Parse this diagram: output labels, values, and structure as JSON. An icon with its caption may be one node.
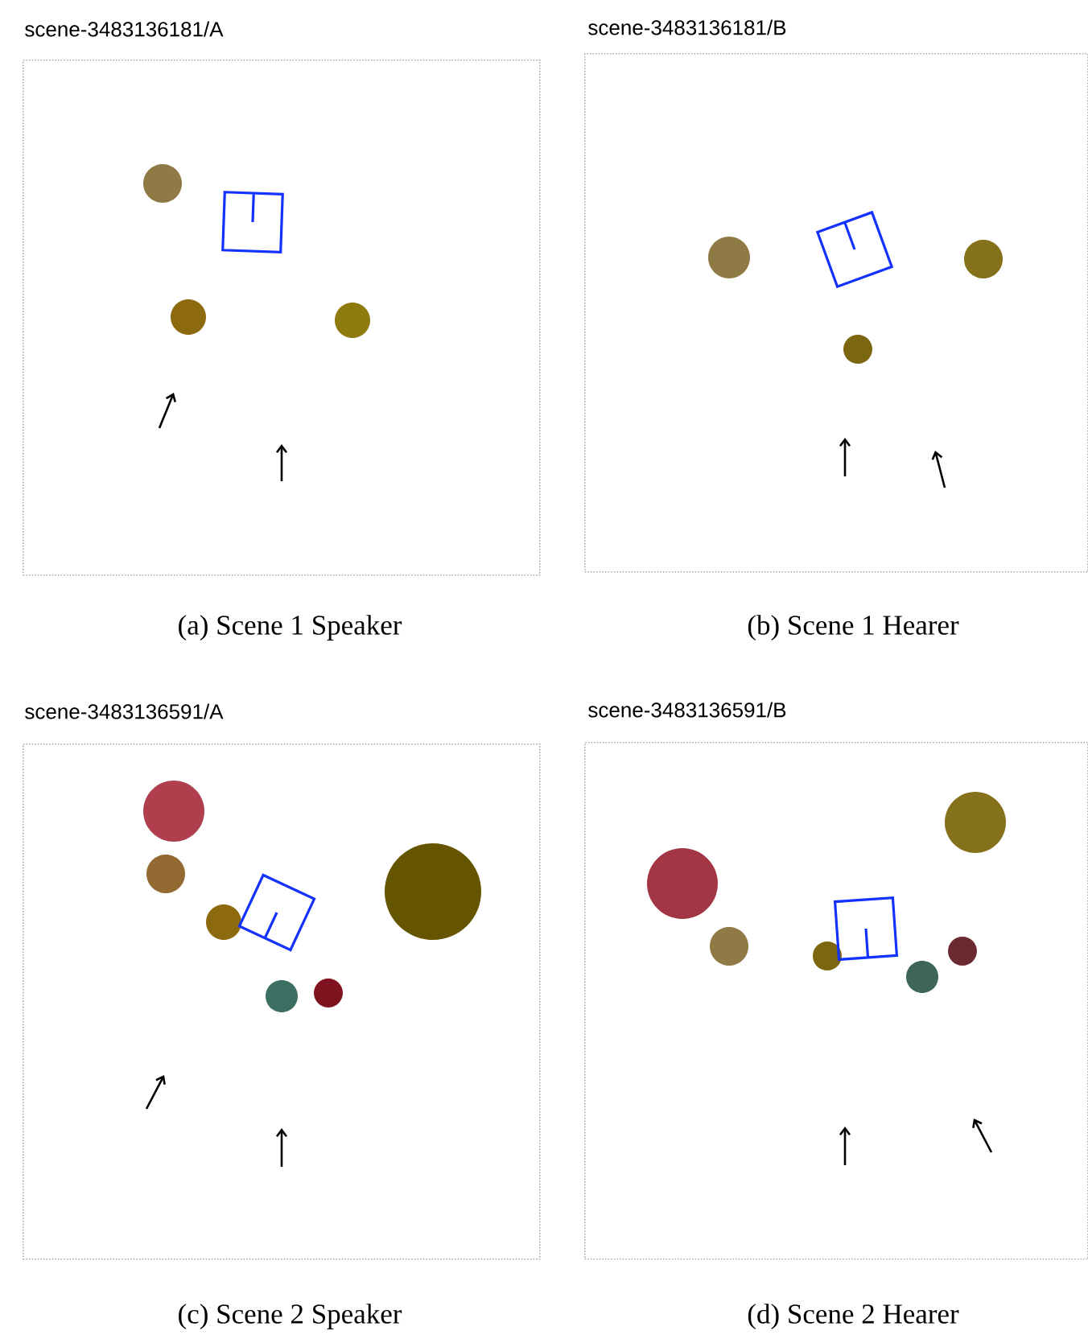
{
  "diagram": {
    "nodes": [
      {
        "text": [
          "scene-3483136181/A"
        ],
        "beside": [
          "(a) Scene 1 Speaker"
        ]
      },
      {
        "text": [
          "scene-3483136181/B"
        ],
        "beside": [
          "(b) Scene 1 Hearer"
        ]
      },
      {
        "text": [
          "scene-3483136591/A"
        ],
        "beside": [
          "(c) Scene 2 Speaker"
        ]
      },
      {
        "text": [
          "scene-3483136591/B"
        ],
        "beside": [
          "(d) Scene 2 Hearer"
        ]
      }
    ]
  }
}
